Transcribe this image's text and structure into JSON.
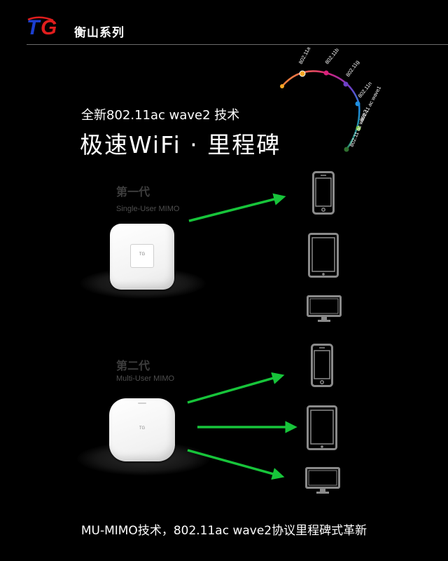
{
  "header": {
    "logo_text": "TG",
    "series_name": "衡山系列"
  },
  "headline": {
    "subtitle": "全新802.11ac wave2 技术",
    "title": "极速WiFi · 里程碑"
  },
  "standards": [
    {
      "label": "802.11a",
      "color": "#f5a623"
    },
    {
      "label": "802.11b",
      "color": "#d9217a"
    },
    {
      "label": "802.11g",
      "color": "#6d3fc7"
    },
    {
      "label": "802.11n",
      "color": "#1e8fe0"
    },
    {
      "label": "802.11 ac wave1",
      "color": "#1ab58a"
    },
    {
      "label": "802.11 ac wave2",
      "color": "#7ac142"
    }
  ],
  "generation_1": {
    "title": "第一代",
    "subtitle": "Single-User MIMO",
    "ap_label": "TG"
  },
  "generation_2": {
    "title": "第二代",
    "subtitle": "Multi-User MIMO",
    "ap_label": "TG"
  },
  "colors": {
    "arrow": "#17c43a",
    "device": "#8a8a8a",
    "background": "#000000"
  },
  "icons": [
    "phone-icon",
    "tablet-icon",
    "monitor-icon",
    "arrow-icon"
  ],
  "footer": {
    "text": "MU-MIMO技术，802.11ac wave2协议里程碑式革新"
  }
}
